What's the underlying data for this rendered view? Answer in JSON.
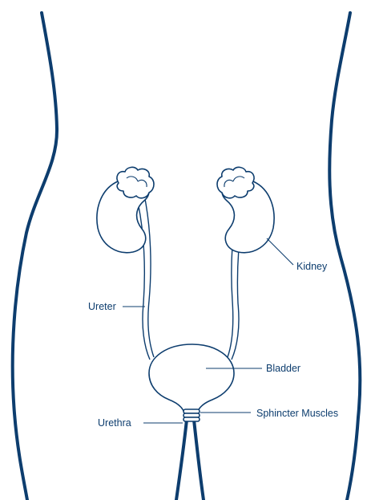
{
  "labels": {
    "kidney": "Kidney",
    "ureter": "Ureter",
    "bladder": "Bladder",
    "sphincter": "Sphincter Muscles",
    "urethra": "Urethra"
  },
  "colors": {
    "outline": "#0d3d6e",
    "background": "#ffffff"
  }
}
